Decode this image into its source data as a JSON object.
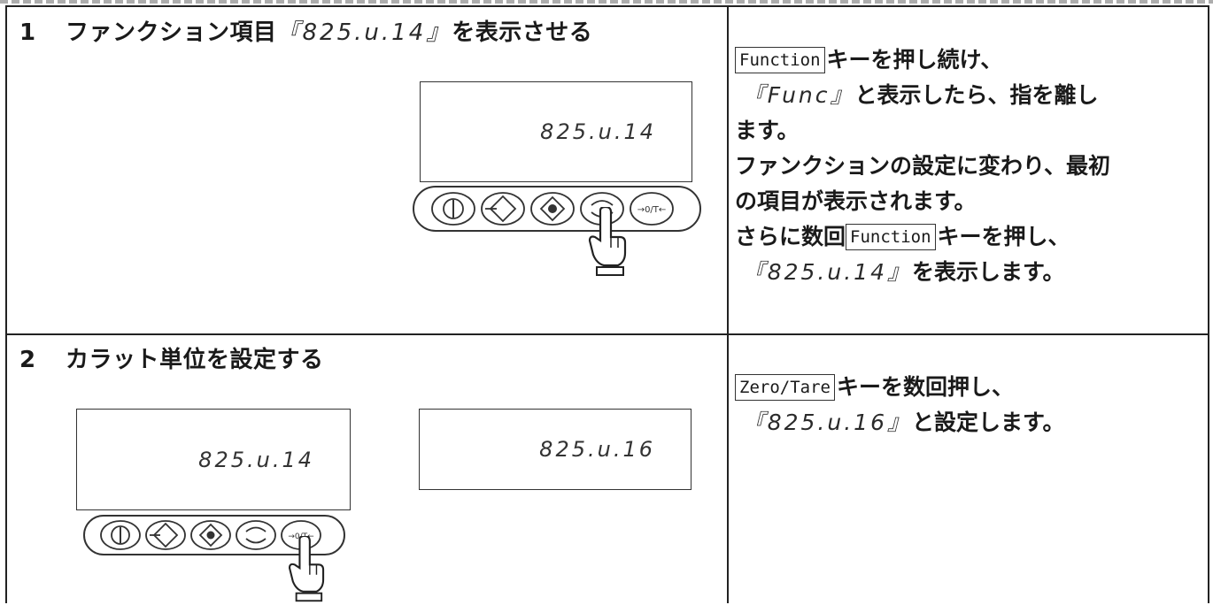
{
  "step1": {
    "number": "1",
    "title_prefix": "ファンクション項目",
    "title_code": "『825.u.14』",
    "title_suffix": "を表示させる",
    "display": "825.u.14",
    "instructions": {
      "key1": "Function",
      "line1": "キーを押し続け、",
      "line2_code": "『Func』",
      "line2": "と表示したら、指を離し",
      "line3": "ます。",
      "line4": "ファンクションの設定に変わり、最初",
      "line5": "の項目が表示されます。",
      "line6_prefix": "さらに数回",
      "key2": "Function",
      "line6": "キーを押し、",
      "line7_code": "『825.u.14』",
      "line7": "を表示します。"
    }
  },
  "step2": {
    "number": "2",
    "title": "カラット単位を設定する",
    "display_before": "825.u.14",
    "display_after": "825.u.16",
    "instructions": {
      "key": "Zero/Tare",
      "line1": "キーを数回押し、",
      "line2_code": "『825.u.16』",
      "line2": "と設定します。"
    }
  },
  "icons": [
    "power-key-icon",
    "diamond-arrow-key-icon",
    "target-key-icon",
    "function-key-icon",
    "zero-tare-key-icon",
    "pointing-hand-icon"
  ]
}
